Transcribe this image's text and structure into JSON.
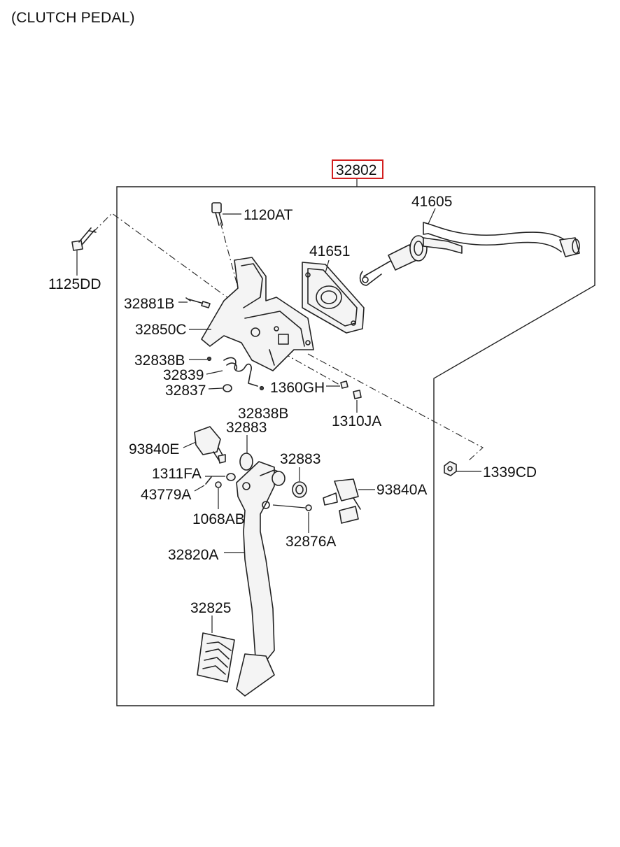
{
  "title": "(CLUTCH PEDAL)",
  "assembly": {
    "number": "32802",
    "highlight_color": "#d32020"
  },
  "labels": {
    "p41605": "41605",
    "p1120AT": "1120AT",
    "p41651": "41651",
    "p1125DD": "1125DD",
    "p32881B": "32881B",
    "p32850C": "32850C",
    "p32838B_top": "32838B",
    "p32839": "32839",
    "p32837": "32837",
    "p1360GH": "1360GH",
    "p32838B_bottom": "32838B",
    "p1310JA": "1310JA",
    "p32883_top": "32883",
    "p93840E": "93840E",
    "p32883_right": "32883",
    "p1339CD": "1339CD",
    "p1311FA": "1311FA",
    "p93840A": "93840A",
    "p43779A": "43779A",
    "p1068AB": "1068AB",
    "p32876A": "32876A",
    "p32820A": "32820A",
    "p32825": "32825"
  }
}
